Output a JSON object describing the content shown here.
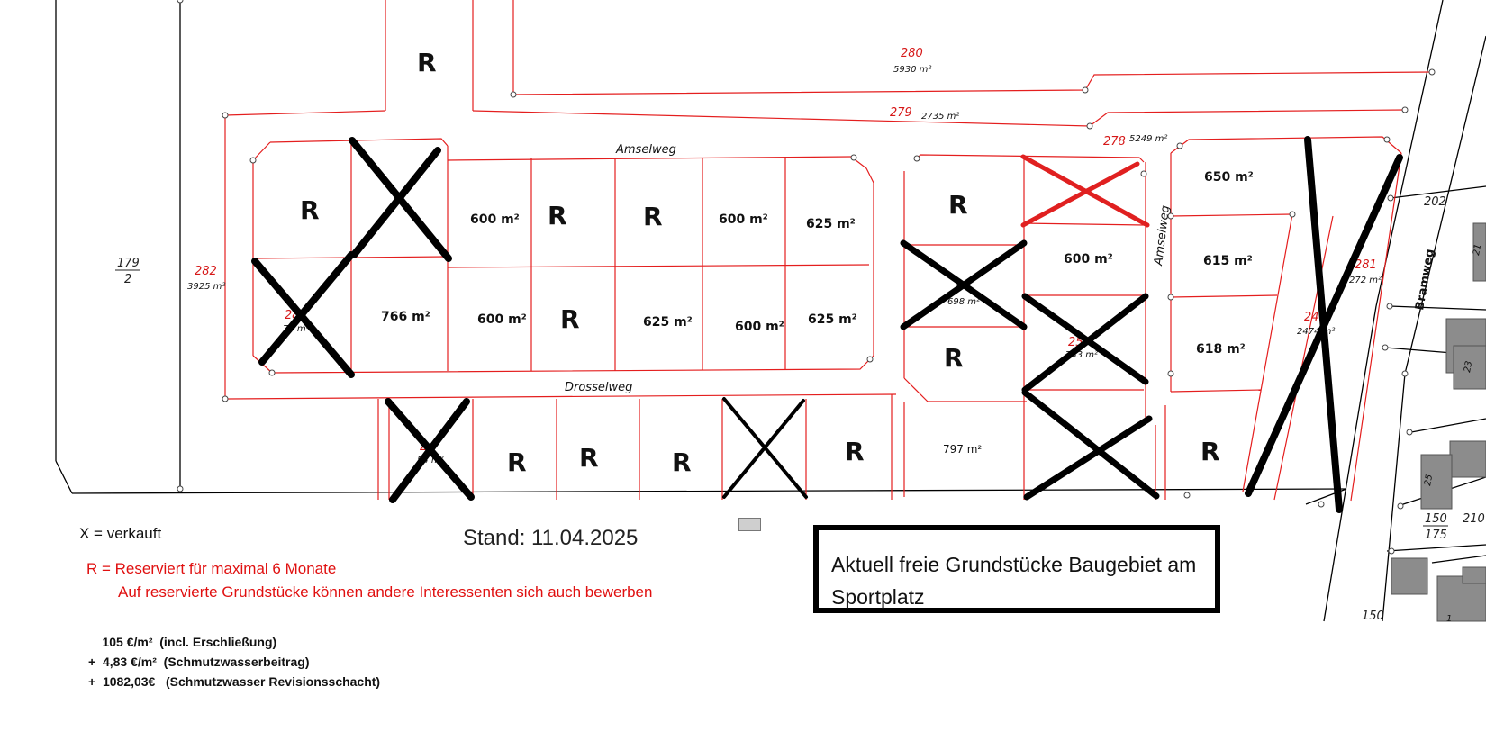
{
  "streets": {
    "amselweg_top": "Amselweg",
    "amselweg_side": "Amselweg",
    "drosselweg": "Drosselweg",
    "bramweg": "Bramweg"
  },
  "parcels": {
    "p280": "280",
    "p280_area": "5930 m²",
    "p279": "279",
    "p279_area": "2735 m²",
    "p278": "278",
    "p278_area": "5249 m²",
    "p282": "282",
    "p282_area": "3925 m²",
    "p179_top": "179",
    "p179_bottom": "2",
    "p281": "281",
    "p281_area": "272 m²",
    "p248": "248",
    "p248_area": "2474 m²",
    "p202": "202",
    "p21": "21",
    "p23": "23",
    "p25": "25",
    "p210": "210",
    "p150_top": "150",
    "p150_bottom": "175",
    "p150": "150",
    "p1": "1"
  },
  "plots": {
    "r_label": "R",
    "a600a": "600 m²",
    "a600b": "600 m²",
    "a625a": "625 m²",
    "a766": "766 m²",
    "a600c": "600 m²",
    "a625b": "625 m²",
    "a600d": "600 m²",
    "a625c": "625 m²",
    "a650": "650 m²",
    "a600e": "600 m²",
    "a615": "615 m²",
    "a618": "618 m²",
    "a797": "797 m²",
    "hidden_a": "698 m²",
    "hidden_b": "733 m²",
    "hidden_c": "25",
    "hidden_d": "75 m²",
    "hidden_e": "28",
    "hidden_f": "54 m²",
    "hidden_g": "2"
  },
  "legend": {
    "sold": "X = verkauft",
    "reserved": "R = Reserviert für maximal 6 Monate",
    "reserved_note": "Auf reservierte Grundstücke können andere Interessenten sich auch bewerben"
  },
  "stand": "Stand: 11.04.2025",
  "prices": {
    "line1": "     105 €/m²  (incl. Erschließung)",
    "line2": "+  4,83 €/m²  (Schmutzwasserbeitrag)",
    "line3": "+  1082,03€   (Schmutzwasser Revisionsschacht)"
  },
  "info_box": {
    "line1": "Aktuell freie Grundstücke Baugebiet am",
    "line2": "Sportplatz"
  },
  "colors": {
    "boundary": "#e41e1e",
    "sold_mark": "#000000",
    "sold_mark_red": "#e02020",
    "buildings": "#8c8c8c"
  }
}
